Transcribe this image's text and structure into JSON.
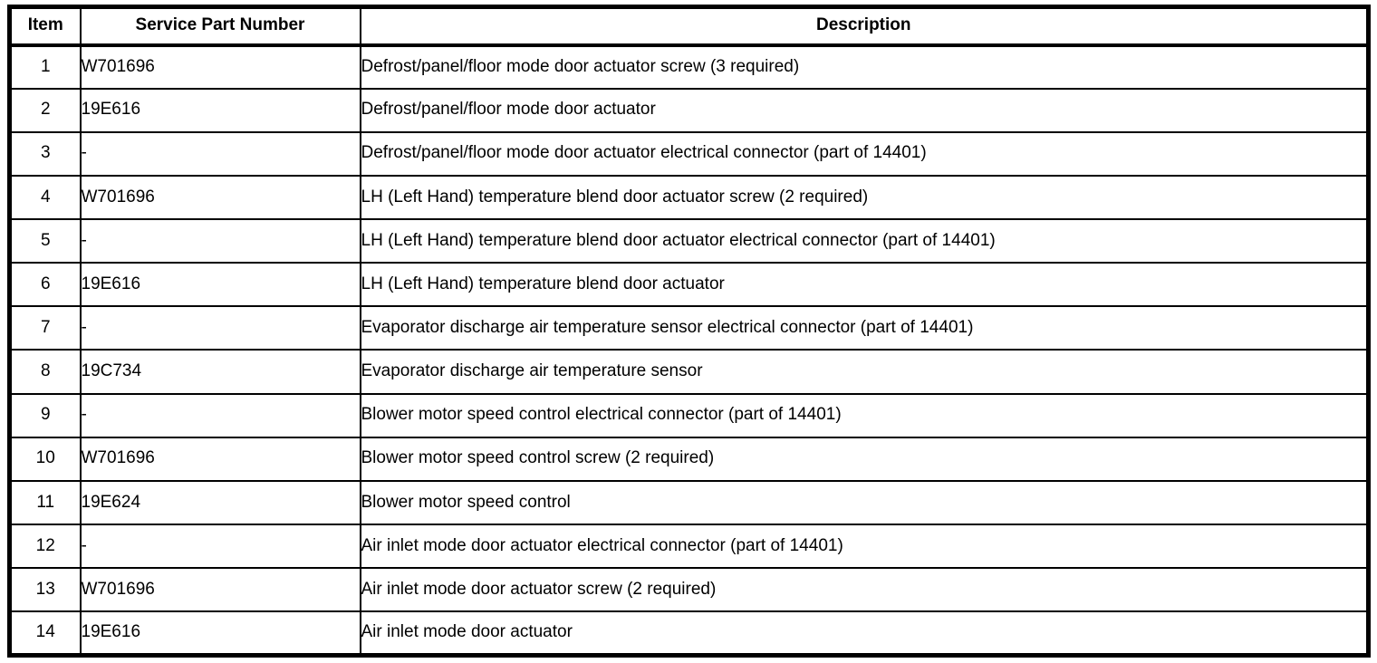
{
  "table": {
    "columns": [
      {
        "key": "item",
        "label": "Item"
      },
      {
        "key": "part_number",
        "label": "Service Part Number"
      },
      {
        "key": "description",
        "label": "Description"
      }
    ],
    "rows": [
      {
        "item": "1",
        "part_number": "W701696",
        "description": "Defrost/panel/floor mode door actuator screw (3 required)"
      },
      {
        "item": "2",
        "part_number": "19E616",
        "description": "Defrost/panel/floor mode door actuator"
      },
      {
        "item": "3",
        "part_number": "-",
        "description": "Defrost/panel/floor mode door actuator electrical connector (part of 14401)"
      },
      {
        "item": "4",
        "part_number": "W701696",
        "description": "LH (Left Hand) temperature blend door actuator screw (2 required)"
      },
      {
        "item": "5",
        "part_number": "-",
        "description": "LH (Left Hand) temperature blend door actuator electrical connector (part of 14401)"
      },
      {
        "item": "6",
        "part_number": "19E616",
        "description": "LH (Left Hand) temperature blend door actuator"
      },
      {
        "item": "7",
        "part_number": "-",
        "description": "Evaporator discharge air temperature sensor electrical connector (part of 14401)"
      },
      {
        "item": "8",
        "part_number": "19C734",
        "description": "Evaporator discharge air temperature sensor"
      },
      {
        "item": "9",
        "part_number": "-",
        "description": "Blower motor speed control electrical connector (part of 14401)"
      },
      {
        "item": "10",
        "part_number": "W701696",
        "description": "Blower motor speed control screw (2 required)"
      },
      {
        "item": "11",
        "part_number": "19E624",
        "description": "Blower motor speed control"
      },
      {
        "item": "12",
        "part_number": "-",
        "description": "Air inlet mode door actuator electrical connector (part of 14401)"
      },
      {
        "item": "13",
        "part_number": "W701696",
        "description": "Air inlet mode door actuator screw (2 required)"
      },
      {
        "item": "14",
        "part_number": "19E616",
        "description": "Air inlet mode door actuator"
      }
    ]
  }
}
